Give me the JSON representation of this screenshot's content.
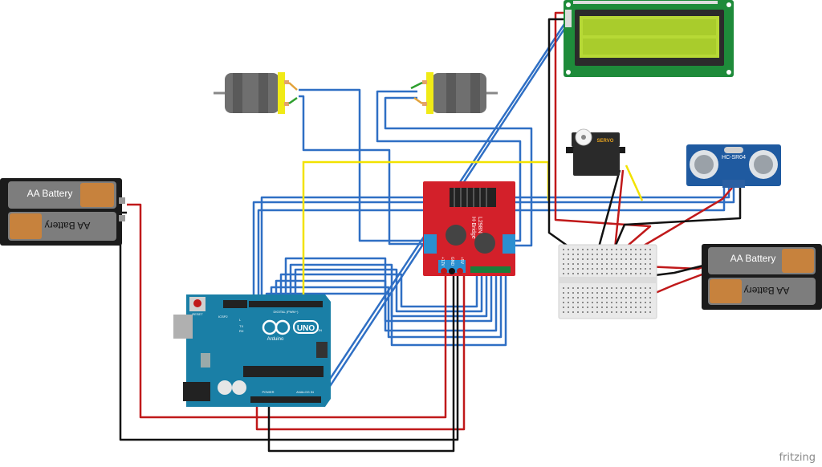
{
  "battery_left": {
    "top_label": "AA Battery",
    "bottom_label": "AA Battery"
  },
  "battery_right": {
    "top_label": "AA Battery",
    "bottom_label": "AA Battery"
  },
  "arduino": {
    "logo_text": "UNO",
    "brand_text": "Arduino",
    "reset_label": "RESET",
    "icsp_label": "ICSP2",
    "digital_label": "DIGITAL (PWM~)",
    "power_label": "POWER",
    "analog_label": "ANALOG IN",
    "on_label": "ON",
    "tx_label": "TX",
    "rx_label": "RX",
    "l_label": "L"
  },
  "hbridge": {
    "label_line1": "L298N",
    "label_line2": "H-Bridge",
    "plus12_label": "+12V",
    "gnd_label": "GND",
    "plus5_label": "+5V"
  },
  "servo": {
    "label": "SERVO"
  },
  "ultrasonic": {
    "label": "HC-SR04"
  },
  "watermark": "fritzing",
  "colors": {
    "blue_wire": "#2f6fc4",
    "red_wire": "#c0191a",
    "black_wire": "#111111",
    "yellow_wire": "#f2e200",
    "pcb_teal": "#1a7fa6",
    "hbridge_red": "#d3202a",
    "lcd_green": "#1e8b3a",
    "lcd_screen": "#b7d936",
    "sensor_blue": "#1f5aa0"
  }
}
